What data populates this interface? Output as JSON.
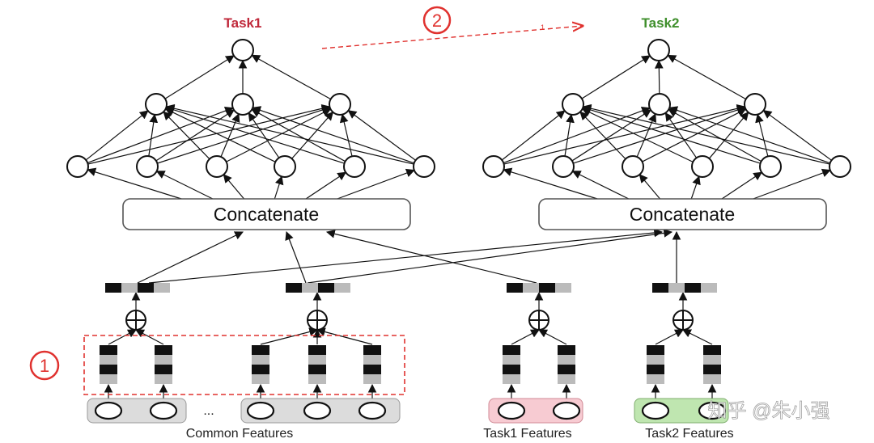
{
  "tasks": {
    "task1": {
      "label": "Task1",
      "color": "#c0283a"
    },
    "task2": {
      "label": "Task2",
      "color": "#3f8f2c"
    }
  },
  "concat_label": "Concatenate",
  "annotations": {
    "step1": "1",
    "step2": "2",
    "arrow_small_text": "1",
    "accent_color": "#e0322f"
  },
  "feature_groups": {
    "common": {
      "label": "Common Features",
      "ellipsis": "...",
      "fill": "#dcdcdc"
    },
    "task1": {
      "label": "Task1 Features",
      "fill": "#f7cbd2"
    },
    "task2": {
      "label": "Task2 Features",
      "fill": "#bfe6b0"
    }
  },
  "watermark": "知乎 @朱小强"
}
